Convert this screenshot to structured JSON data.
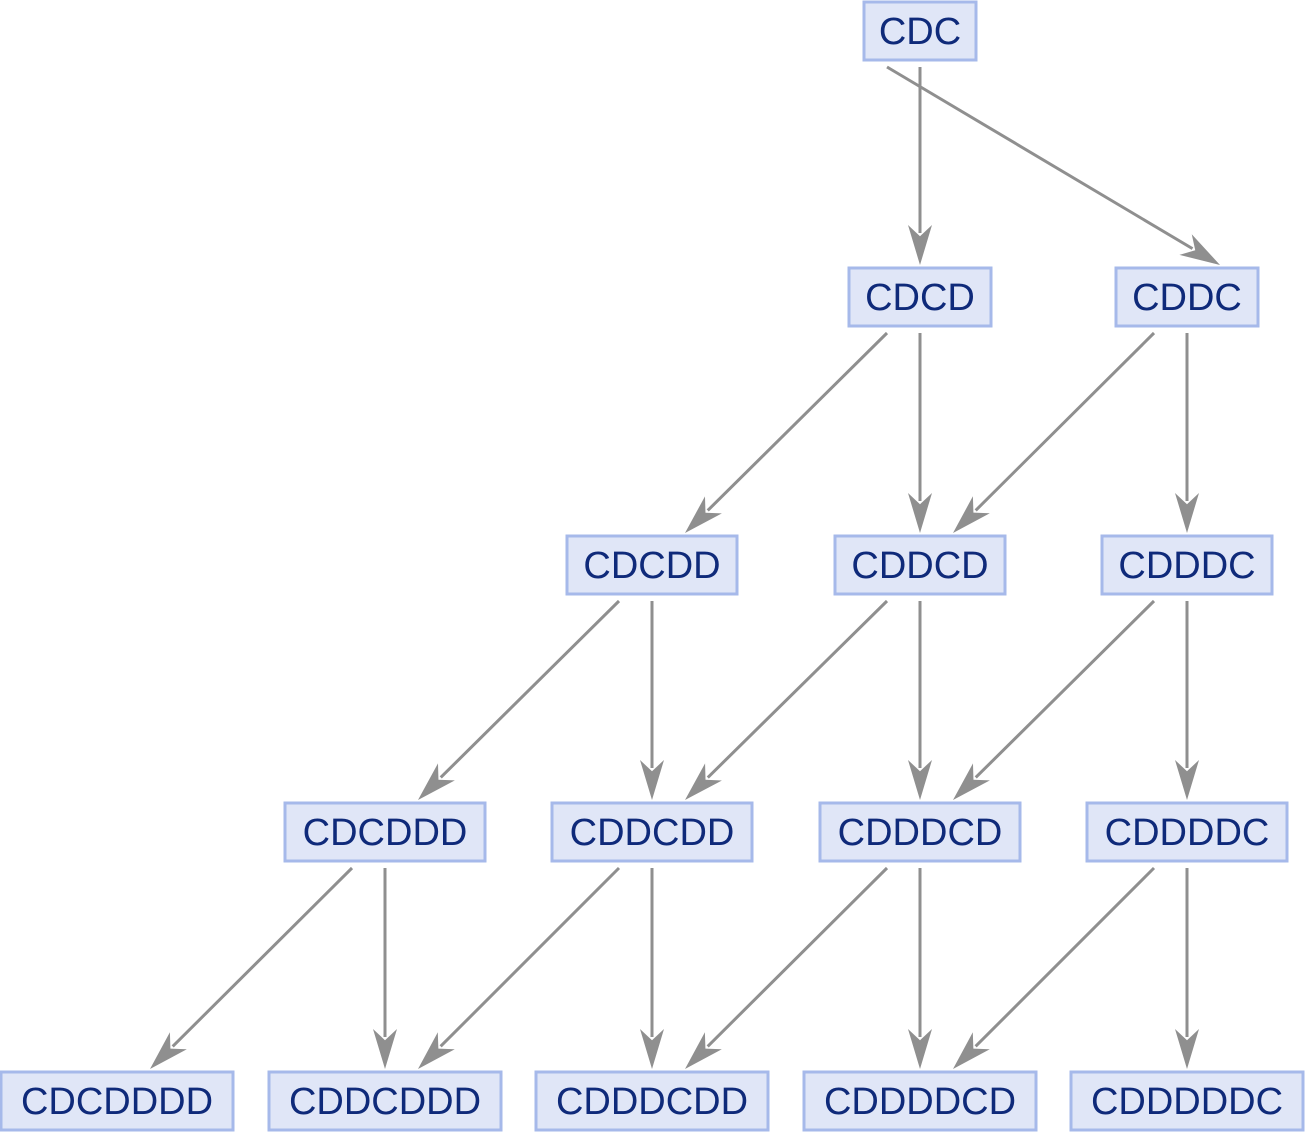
{
  "diagram": {
    "nodes": [
      {
        "id": "n0",
        "label": "CDC"
      },
      {
        "id": "n1",
        "label": "CDCD"
      },
      {
        "id": "n2",
        "label": "CDDC"
      },
      {
        "id": "n3",
        "label": "CDCDD"
      },
      {
        "id": "n4",
        "label": "CDDCD"
      },
      {
        "id": "n5",
        "label": "CDDDC"
      },
      {
        "id": "n6",
        "label": "CDCDDD"
      },
      {
        "id": "n7",
        "label": "CDDCDD"
      },
      {
        "id": "n8",
        "label": "CDDDCD"
      },
      {
        "id": "n9",
        "label": "CDDDDC"
      },
      {
        "id": "n10",
        "label": "CDCDDDD"
      },
      {
        "id": "n11",
        "label": "CDDCDDD"
      },
      {
        "id": "n12",
        "label": "CDDDCDD"
      },
      {
        "id": "n13",
        "label": "CDDDDCD"
      },
      {
        "id": "n14",
        "label": "CDDDDDC"
      }
    ],
    "edges": [
      {
        "from": "n0",
        "to": "n1"
      },
      {
        "from": "n0",
        "to": "n2"
      },
      {
        "from": "n1",
        "to": "n3"
      },
      {
        "from": "n1",
        "to": "n4"
      },
      {
        "from": "n2",
        "to": "n4"
      },
      {
        "from": "n2",
        "to": "n5"
      },
      {
        "from": "n3",
        "to": "n6"
      },
      {
        "from": "n3",
        "to": "n7"
      },
      {
        "from": "n4",
        "to": "n7"
      },
      {
        "from": "n4",
        "to": "n8"
      },
      {
        "from": "n5",
        "to": "n8"
      },
      {
        "from": "n5",
        "to": "n9"
      },
      {
        "from": "n6",
        "to": "n10"
      },
      {
        "from": "n6",
        "to": "n11"
      },
      {
        "from": "n7",
        "to": "n11"
      },
      {
        "from": "n7",
        "to": "n12"
      },
      {
        "from": "n8",
        "to": "n12"
      },
      {
        "from": "n8",
        "to": "n13"
      },
      {
        "from": "n9",
        "to": "n13"
      },
      {
        "from": "n9",
        "to": "n14"
      }
    ]
  }
}
